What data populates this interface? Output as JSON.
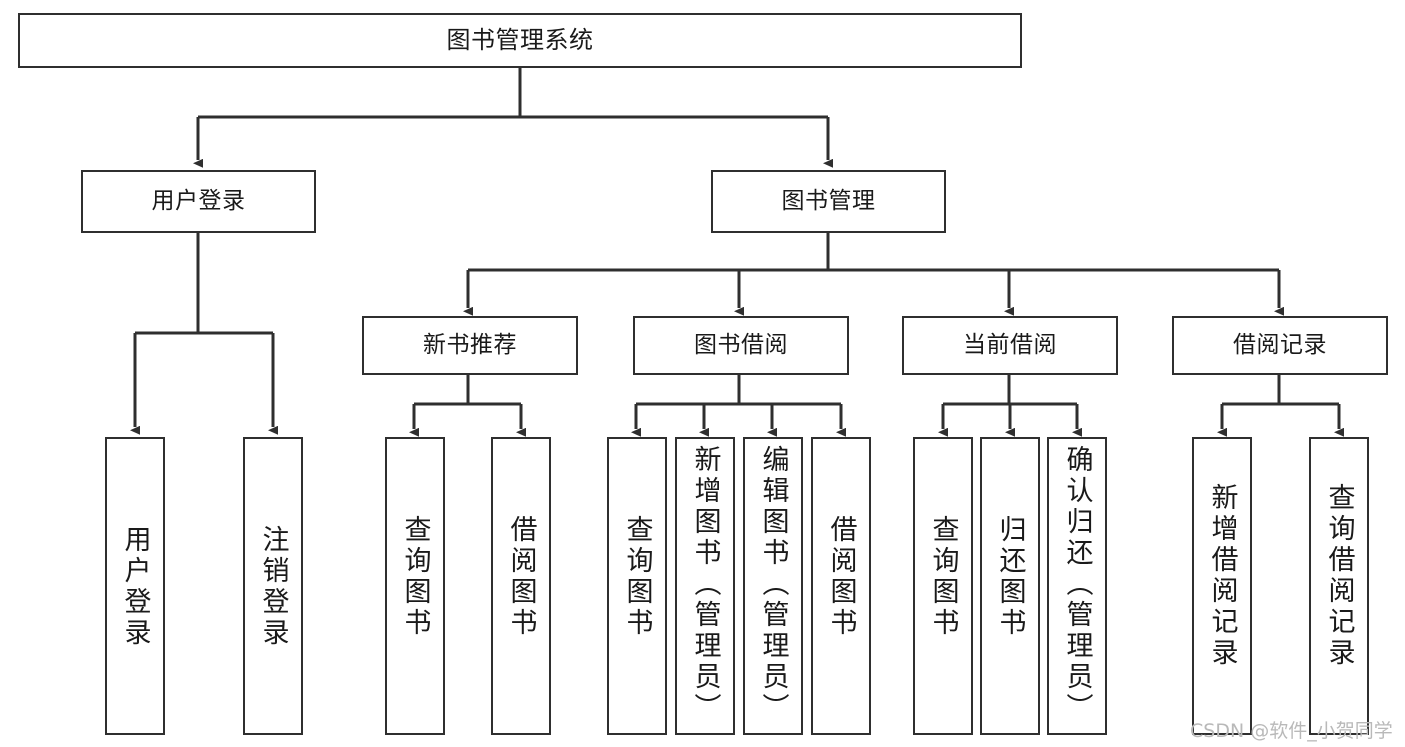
{
  "diagram": {
    "title": "图书管理系统",
    "type": "function-structure-tree",
    "stroke_color": "#2f2f2f",
    "text_color": "#1a1a1a",
    "background_color": "#ffffff",
    "nodes": {
      "root": {
        "label": "图书管理系统"
      },
      "level2": [
        {
          "id": "user-login",
          "label": "用户登录"
        },
        {
          "id": "book-manage",
          "label": "图书管理"
        }
      ],
      "level3": [
        {
          "id": "new-book-recommend",
          "label": "新书推荐"
        },
        {
          "id": "book-borrow",
          "label": "图书借阅"
        },
        {
          "id": "current-borrow",
          "label": "当前借阅"
        },
        {
          "id": "borrow-record",
          "label": "借阅记录"
        }
      ],
      "leaves": {
        "user_login": [
          {
            "id": "leaf-user-login",
            "label": "用户登录"
          },
          {
            "id": "leaf-logout-login",
            "label": "注销登录"
          }
        ],
        "new_book_recommend": [
          {
            "id": "leaf-query-book-1",
            "label": "查询图书"
          },
          {
            "id": "leaf-borrow-book-1",
            "label": "借阅图书"
          }
        ],
        "book_borrow": [
          {
            "id": "leaf-query-book-2",
            "label": "查询图书"
          },
          {
            "id": "leaf-add-book-admin",
            "label": "新增图书（管理员）"
          },
          {
            "id": "leaf-edit-book-admin",
            "label": "编辑图书（管理员）"
          },
          {
            "id": "leaf-borrow-book-2",
            "label": "借阅图书"
          }
        ],
        "current_borrow": [
          {
            "id": "leaf-query-book-3",
            "label": "查询图书"
          },
          {
            "id": "leaf-return-book",
            "label": "归还图书"
          },
          {
            "id": "leaf-confirm-return-admin",
            "label": "确认归还（管理员）"
          }
        ],
        "borrow_record": [
          {
            "id": "leaf-add-borrow-record",
            "label": "新增借阅记录"
          },
          {
            "id": "leaf-query-borrow-record",
            "label": "查询借阅记录"
          }
        ]
      }
    },
    "watermark": "CSDN @软件_小贺同学"
  }
}
